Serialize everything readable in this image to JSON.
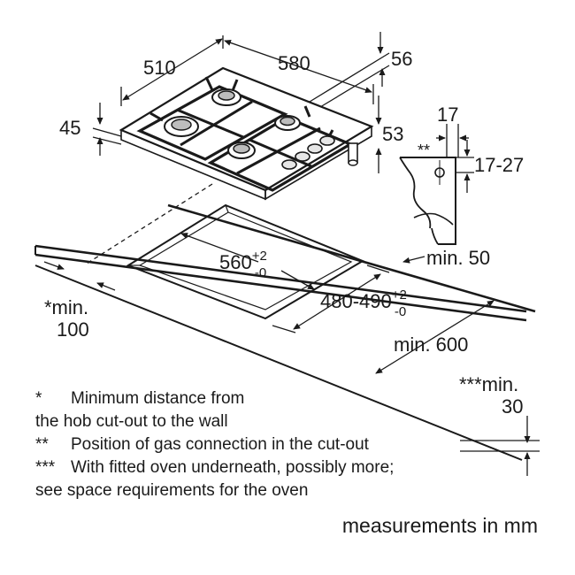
{
  "dimensions": {
    "hob_depth": "510",
    "hob_width": "580",
    "right_offset": "56",
    "left_height": "45",
    "right_height": "53",
    "gas_offset": "17",
    "gas_marker": "**",
    "gas_height": "17-27",
    "cutout_width": "560",
    "cutout_width_tol_upper": "+2",
    "cutout_width_tol_lower": "-0",
    "cutout_depth": "480-490",
    "cutout_depth_tol_upper": "+2",
    "cutout_depth_tol_lower": "-0",
    "min_rear": "min. 50",
    "min_wall_line1": "*min.",
    "min_wall_line2": "100",
    "min_worktop": "min. 600",
    "min_oven_line1": "***min.",
    "min_oven_line2": "30"
  },
  "legend": [
    {
      "mark": "*",
      "lines": [
        "Minimum distance from",
        "the hob cut-out to the wall"
      ]
    },
    {
      "mark": "**",
      "lines": [
        "Position of gas connection in the cut-out"
      ]
    },
    {
      "mark": "***",
      "lines": [
        "With fitted oven underneath, possibly more;",
        "see space requirements for the oven"
      ]
    }
  ],
  "units_note": "measurements in mm"
}
